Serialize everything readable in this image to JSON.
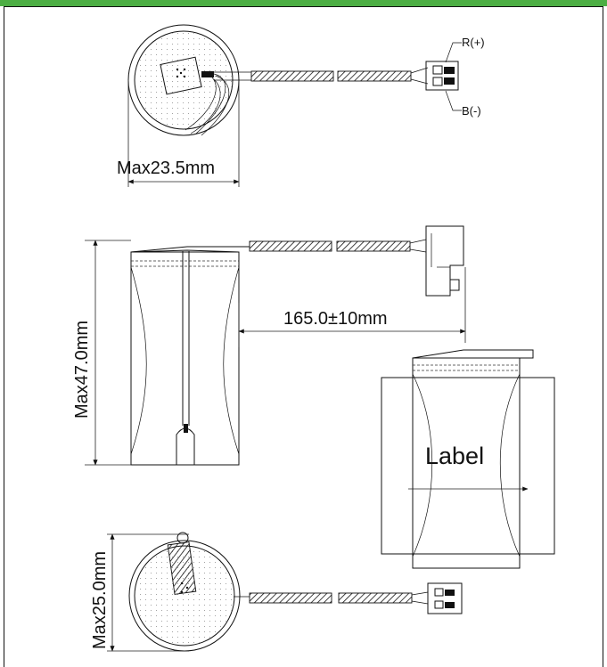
{
  "header_bar_color": "#4cae43",
  "labels": {
    "wire_red": "R(+)",
    "wire_black": "B(-)",
    "top_diameter": "Max23.5mm",
    "height": "Max47.0mm",
    "lead_length": "165.0±10mm",
    "label_text": "Label",
    "bottom_diameter": "Max25.0mm"
  }
}
